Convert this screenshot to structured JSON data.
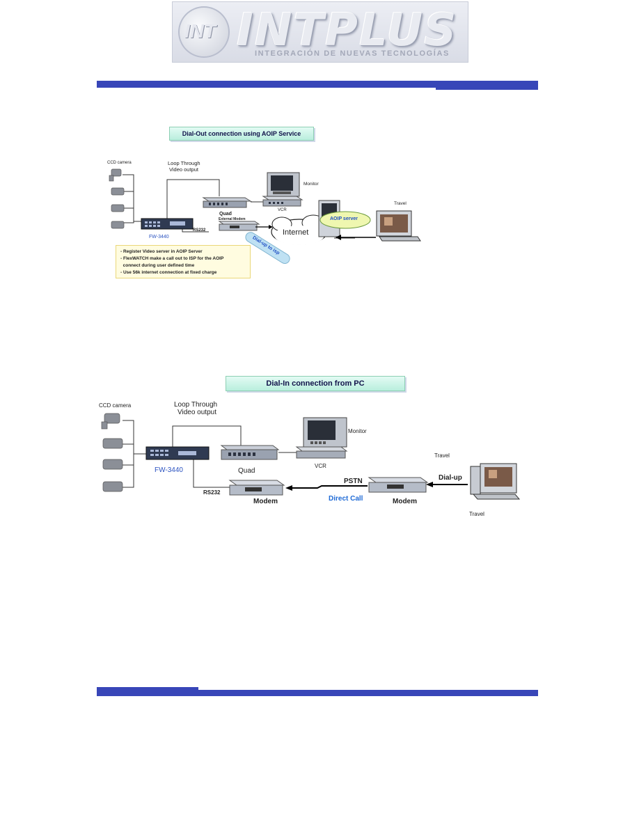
{
  "logo": {
    "brand": "INTPLUS",
    "tagline": "INTEGRACIÓN DE NUEVAS TECNOLOGÍAS",
    "emblem": "INT"
  },
  "diagram1": {
    "title": "Dial-Out connection using AOIP Service",
    "ccd_camera": "CCD camera",
    "loop_through": "Loop Through",
    "video_output": "Video output",
    "monitor": "Monitor",
    "vcr": "VCR",
    "travel": "Travel",
    "quad": "Quad",
    "external_modem": "External Modem",
    "rs232": "RS232",
    "fw3440": "FW-3440",
    "internet": "Internet",
    "aoip_server": "AOIP server",
    "dial_up_isp": "Dial-up to isp",
    "notes": [
      "- Register Video server in AOIP Server",
      "- FlexWATCH make a call out to ISP for the AOIP",
      "  connect during user defined time",
      "- Use 56k internet connection at fixed charge"
    ]
  },
  "diagram2": {
    "title": "Dial-In connection from PC",
    "ccd_camera": "CCD camera",
    "loop_through": "Loop Through",
    "video_output": "Video output",
    "monitor": "Monitor",
    "vcr": "VCR",
    "fw3440": "FW-3440",
    "quad": "Quad",
    "rs232": "RS232",
    "modem_left": "Modem",
    "modem_right": "Modem",
    "pstn": "PSTN",
    "direct_call": "Direct Call",
    "dial_up": "Dial-up",
    "travel_top": "Travel",
    "travel_bottom": "Travel"
  },
  "colors": {
    "bar": "#3846b8",
    "title_bg": "#c8f3e6",
    "fw_label": "#2a52c0",
    "direct_call": "#1e6ad6"
  }
}
